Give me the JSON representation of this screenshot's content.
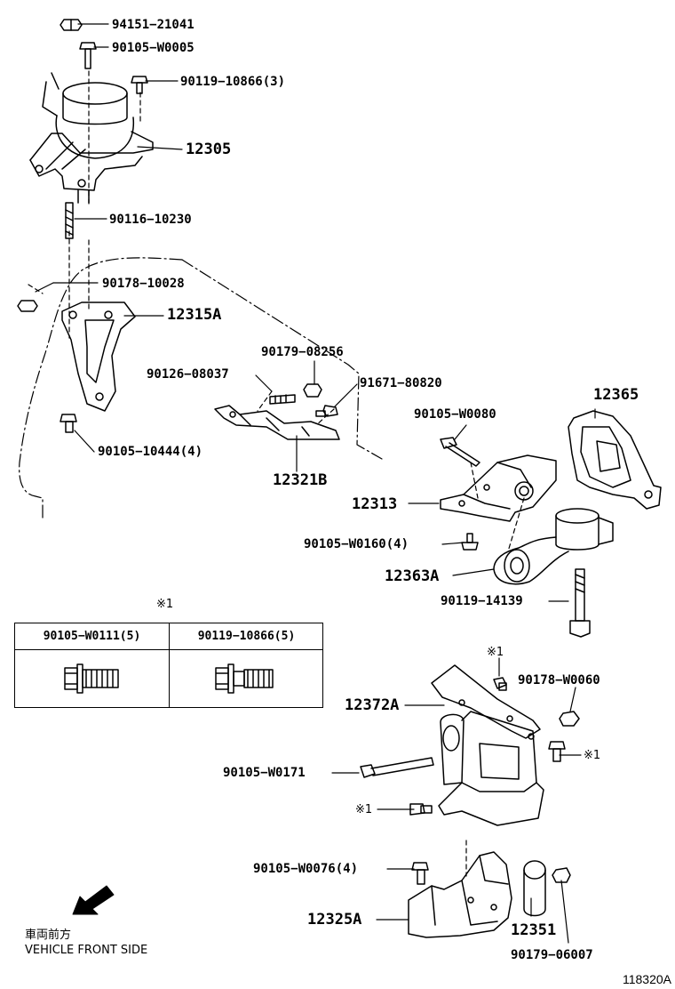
{
  "figure_number": "118320A",
  "direction": {
    "jp": "車両前方",
    "en": "VEHICLE FRONT SIDE"
  },
  "note_marker": "※1",
  "note_table": {
    "columns": [
      {
        "part": "90105−W0111(5)"
      },
      {
        "part": "90119−10866(5)"
      }
    ]
  },
  "parts": {
    "p94151_21041": "94151−21041",
    "p90105_W0005": "90105−W0005",
    "p90119_10866_3": "90119−10866(3)",
    "p12305": "12305",
    "p90116_10230": "90116−10230",
    "p90178_10028": "90178−10028",
    "p12315A": "12315A",
    "p90179_08256": "90179−08256",
    "p90126_08037": "90126−08037",
    "p91671_80820": "91671−80820",
    "p12365": "12365",
    "p90105_W0080": "90105−W0080",
    "p90105_10444_4": "90105−10444(4)",
    "p12321B": "12321B",
    "p12313": "12313",
    "p90105_W0160_4": "90105−W0160(4)",
    "p12363A": "12363A",
    "p90119_14139": "90119−14139",
    "p90178_W0060": "90178−W0060",
    "p12372A": "12372A",
    "p90105_W0171": "90105−W0171",
    "p90105_W0076_4": "90105−W0076(4)",
    "p12325A": "12325A",
    "p12351": "12351",
    "p90179_06007": "90179−06007"
  }
}
